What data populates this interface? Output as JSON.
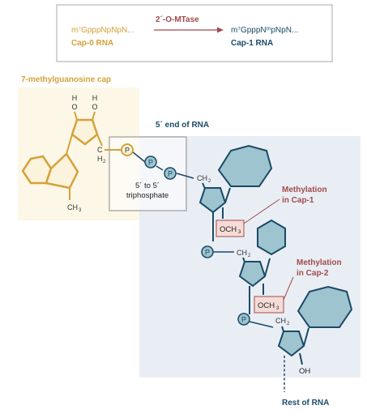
{
  "legend": {
    "cap0_formula": "m⁷GpppNpNpN...",
    "cap0_label": "Cap-0 RNA",
    "enzyme": "2´-O-MTase",
    "cap1_formula": "m⁷GpppNᵐpNpN...",
    "cap1_label": "Cap-1 RNA"
  },
  "labels": {
    "cap_title": "7-methylguanosine cap",
    "rna_end": "5´ end of RNA",
    "triphosphate_line1": "5´ to 5´",
    "triphosphate_line2": "triphosphate",
    "methyl1_line1": "Methylation",
    "methyl1_line2": "in Cap-1",
    "methyl2_line1": "Methylation",
    "methyl2_line2": "in Cap-2",
    "rest": "Rest of RNA"
  },
  "atoms": {
    "h": "H",
    "o": "O",
    "c": "C",
    "h2": "H",
    "ch": "CH",
    "sub2": "2",
    "sub3": "3",
    "p": "P",
    "och": "OCH",
    "oh": "OH"
  },
  "colors": {
    "gold": "#d4a23a",
    "gold_fill": "#fbf3dc",
    "cap_bg": "#fcf7e6",
    "teal": "#3c6f82",
    "teal_fill": "#9ec4d0",
    "rna_bg": "#e9eef5",
    "red": "#a24b4b",
    "red_fill": "#f6dcd6",
    "navy": "#1b4a66"
  }
}
